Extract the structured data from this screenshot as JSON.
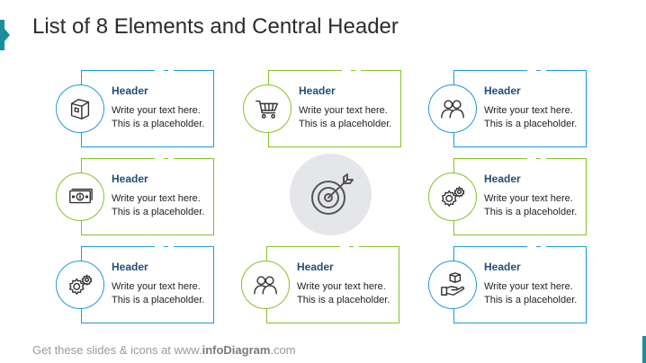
{
  "title": "List of 8 Elements and Central Header",
  "colors": {
    "blue": "#1e9bd7",
    "green": "#86c22a",
    "header_text": "#1f4e79",
    "accent": "#1a8e9a",
    "center_bg": "#e4e6ea"
  },
  "center": {
    "icon": "target-icon"
  },
  "cards": [
    {
      "header": "Header",
      "line1": "Write your text here.",
      "line2": "This is a placeholder.",
      "icon": "box-icon",
      "color": "blue"
    },
    {
      "header": "Header",
      "line1": "Write your text here.",
      "line2": "This is a placeholder.",
      "icon": "cart-icon",
      "color": "green"
    },
    {
      "header": "Header",
      "line1": "Write your text here.",
      "line2": "This is a placeholder.",
      "icon": "people-icon",
      "color": "blue"
    },
    {
      "header": "Header",
      "line1": "Write your text here.",
      "line2": "This is a placeholder.",
      "icon": "money-icon",
      "color": "green"
    },
    {
      "header": "Header",
      "line1": "Write your text here.",
      "line2": "This is a placeholder.",
      "icon": "gears-icon",
      "color": "green"
    },
    {
      "header": "Header",
      "line1": "Write your text here.",
      "line2": "This is a placeholder.",
      "icon": "gears-icon",
      "color": "blue"
    },
    {
      "header": "Header",
      "line1": "Write your text here.",
      "line2": "This is a placeholder.",
      "icon": "people-icon",
      "color": "green"
    },
    {
      "header": "Header",
      "line1": "Write your text here.",
      "line2": "This is a placeholder.",
      "icon": "hand-box-icon",
      "color": "blue"
    }
  ],
  "footer": {
    "prefix": "Get these slides & icons at www.",
    "brand": "infoDiagram",
    "suffix": ".com"
  }
}
